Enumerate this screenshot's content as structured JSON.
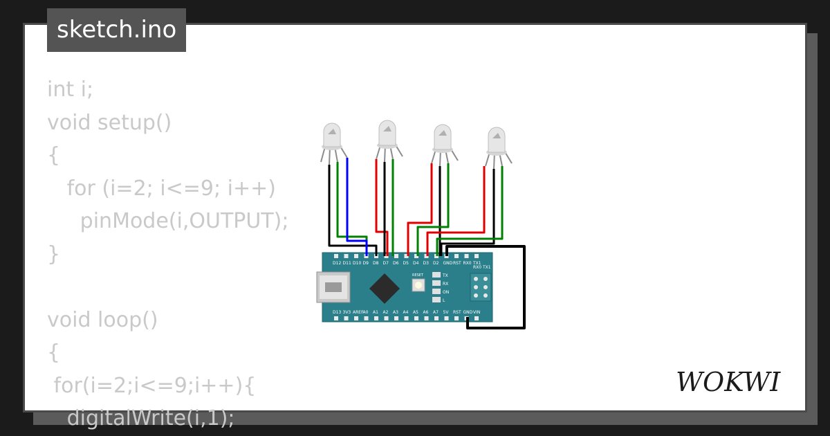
{
  "file_tab": {
    "label": "sketch.ino"
  },
  "code_lines": [
    "int i;",
    "void setup()",
    "{",
    "   for (i=2; i<=9; i++)",
    "     pinMode(i,OUTPUT);",
    "}",
    "",
    "void loop()",
    "{",
    " for(i=2;i<=9;i++){",
    "   digitalWrite(i,1);"
  ],
  "board": {
    "top_pins": [
      "D12",
      "D11",
      "D10",
      "D9",
      "D8",
      "D7",
      "D6",
      "D5",
      "D4",
      "D3",
      "D2",
      "GND",
      "RST",
      "RX0",
      "TX1"
    ],
    "bottom_pins": [
      "D13",
      "3V3",
      "AREF",
      "A0",
      "A1",
      "A2",
      "A3",
      "A4",
      "A5",
      "A6",
      "A7",
      "5V",
      "RST",
      "GND",
      "VIN"
    ],
    "side_labels": [
      "TX",
      "RX",
      "ON",
      "L"
    ],
    "reset_label": "RESET"
  },
  "leds": {
    "count": 4
  },
  "wire_colors": {
    "black": "#000000",
    "green": "#008000",
    "red": "#e00000",
    "blue": "#0000ff"
  },
  "board_color": "#2a7f8a",
  "logo": {
    "text": "WOKWI"
  }
}
